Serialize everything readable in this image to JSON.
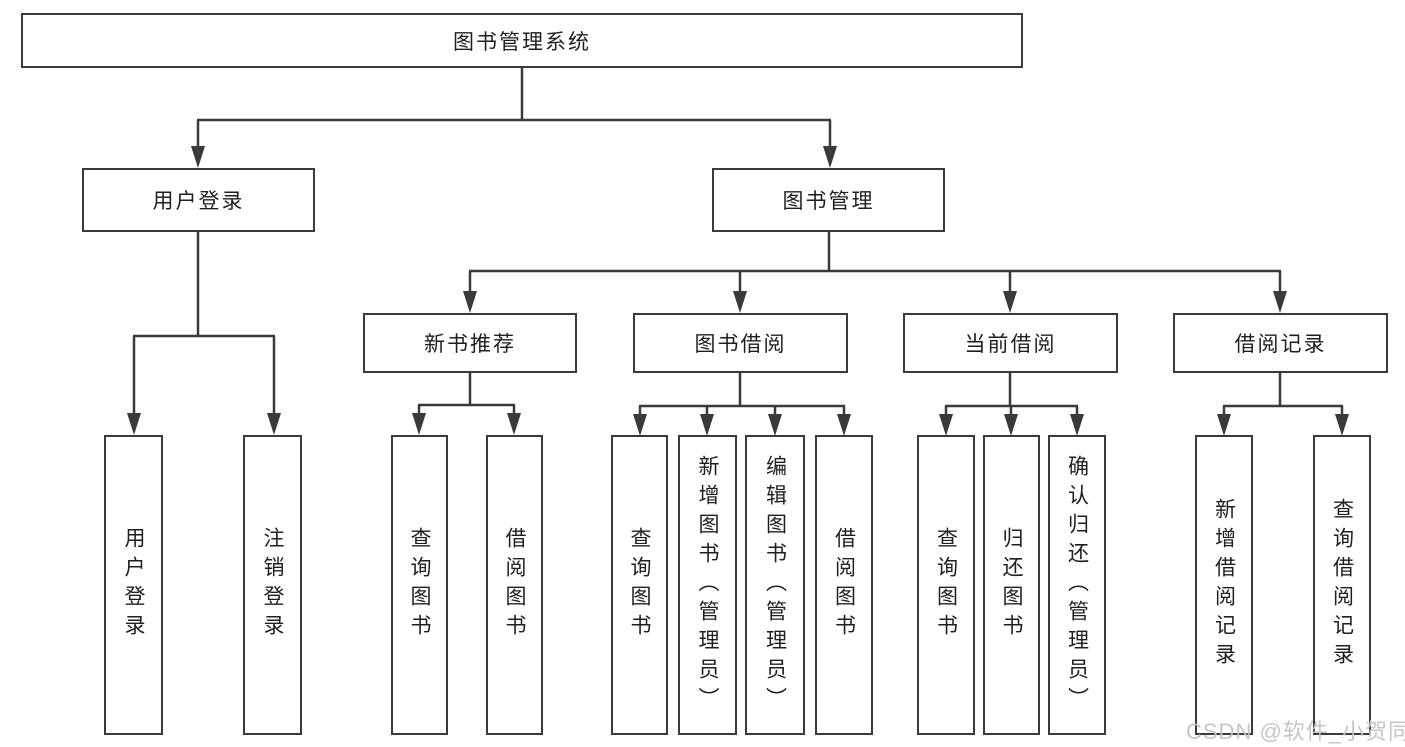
{
  "diagram": {
    "root": {
      "label": "图书管理系统"
    },
    "branches": [
      {
        "label": "用户登录",
        "children": [
          {
            "label": "用户登录"
          },
          {
            "label": "注销登录"
          }
        ]
      },
      {
        "label": "图书管理",
        "sections": [
          {
            "label": "新书推荐",
            "children": [
              {
                "label": "查询图书"
              },
              {
                "label": "借阅图书"
              }
            ]
          },
          {
            "label": "图书借阅",
            "children": [
              {
                "label": "查询图书"
              },
              {
                "label": "新增图书（管理员）"
              },
              {
                "label": "编辑图书（管理员）"
              },
              {
                "label": "借阅图书"
              }
            ]
          },
          {
            "label": "当前借阅",
            "children": [
              {
                "label": "查询图书"
              },
              {
                "label": "归还图书"
              },
              {
                "label": "确认归还（管理员）"
              }
            ]
          },
          {
            "label": "借阅记录",
            "children": [
              {
                "label": "新增借阅记录"
              },
              {
                "label": "查询借阅记录"
              }
            ]
          }
        ]
      }
    ],
    "line_color": "#3a3a3a",
    "box_fill": "#ffffff",
    "text_color": "#1f1f1f"
  },
  "watermark": {
    "text": "CSDN @软件_小贺同学"
  }
}
